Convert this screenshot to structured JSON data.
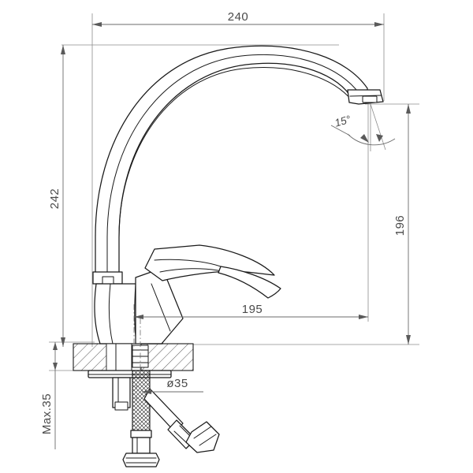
{
  "drawing": {
    "title": "Kitchen mixer tap technical dimension drawing",
    "units": "mm",
    "background_color": "#ffffff",
    "line_color": "#1a1a1a",
    "dimension_color": "#6b6b6b",
    "text_color": "#4a4a4a"
  },
  "dimensions": {
    "spout_reach": {
      "label": "240",
      "name": "overall-reach-horizontal",
      "orientation": "horizontal",
      "position": "top"
    },
    "overall_height": {
      "label": "242",
      "name": "overall-height-vertical",
      "orientation": "vertical-rotated",
      "position": "left"
    },
    "spout_height": {
      "label": "196",
      "name": "spout-outlet-height",
      "orientation": "vertical-rotated",
      "position": "right"
    },
    "handle_clearance": {
      "label": "195",
      "name": "spout-centre-to-outlet",
      "orientation": "horizontal",
      "position": "middle"
    },
    "outlet_angle": {
      "label": "15°",
      "name": "outlet-angle",
      "orientation": "angular"
    },
    "mounting_hole": {
      "label": "ø35",
      "name": "mounting-hole-diameter",
      "orientation": "horizontal"
    },
    "deck_thickness": {
      "label": "Max.35",
      "name": "max-deck-thickness",
      "orientation": "vertical-rotated"
    }
  },
  "parts": {
    "spout": "curved-gooseneck-spout",
    "aerator": "spout-outlet-aerator",
    "lever": "single-lever-handle",
    "body": "mixer-body-base",
    "deck": "hatched-countertop-section",
    "shank": "threaded-mounting-shank",
    "nut": "fixing-nut",
    "hose": "braided-flexible-hose",
    "connector": "angled-hose-connector",
    "coupling": "hex-coupling-nut"
  }
}
